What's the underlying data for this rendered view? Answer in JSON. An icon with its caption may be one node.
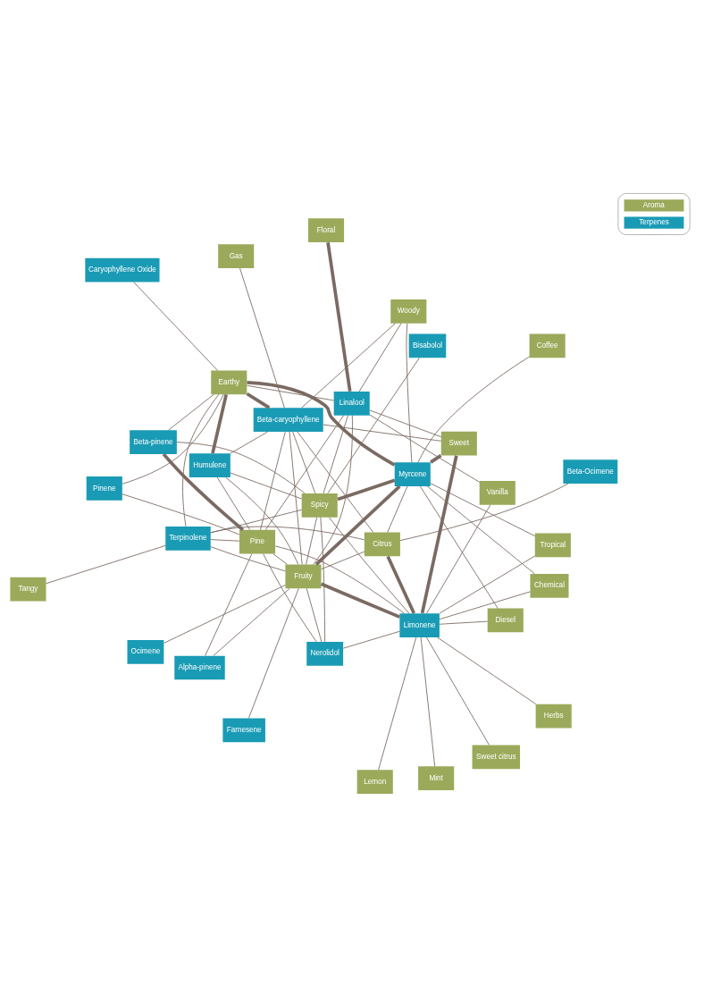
{
  "diagram": {
    "nodes": [
      {
        "text": [
          "Lemon"
        ]
      },
      {
        "text": [
          "Sweet citrus"
        ]
      },
      {
        "text": [
          "Mint"
        ]
      },
      {
        "text": [
          "Beta-Ocimene"
        ]
      },
      {
        "text": [
          "Herbs"
        ]
      },
      {
        "text": [
          "Citrus"
        ]
      },
      {
        "text": [
          "Limonene"
        ]
      },
      {
        "text": [
          "Vanilla"
        ]
      },
      {
        "text": [
          "Diesel"
        ]
      },
      {
        "text": [
          "Gas"
        ]
      },
      {
        "text": [
          "Chemical"
        ]
      },
      {
        "text": [
          "Beta-caryophyllene"
        ]
      },
      {
        "text": [
          "Sweet"
        ]
      },
      {
        "text": [
          "Coffee"
        ]
      },
      {
        "text": [
          "Myrcene"
        ]
      },
      {
        "text": [
          "Tropical"
        ]
      },
      {
        "text": [
          "Woody"
        ]
      },
      {
        "text": [
          "Linalool"
        ]
      },
      {
        "text": [
          "Floral"
        ]
      },
      {
        "text": [
          "Pine"
        ]
      },
      {
        "text": [
          "Earthy"
        ]
      },
      {
        "text": [
          "Farnesene"
        ]
      },
      {
        "text": [
          "Fruity"
        ]
      },
      {
        "text": [
          "Spicy"
        ]
      },
      {
        "text": [
          "Bisabolol"
        ]
      },
      {
        "text": [
          "Tangy"
        ]
      },
      {
        "text": [
          "Ocimene"
        ]
      },
      {
        "text": [
          "Caryophyllene Oxide"
        ]
      },
      {
        "text": [
          "Nerolidol"
        ]
      },
      {
        "text": [
          "Terpinolene"
        ]
      },
      {
        "text": [
          "Humulene"
        ]
      },
      {
        "text": [
          "Beta-pinene"
        ]
      },
      {
        "text": [
          "Pinene"
        ]
      },
      {
        "text": [
          "Alpha-pinene"
        ]
      }
    ],
    "edges": [
      {
        "from": 0,
        "to": 6,
        "arrow": "none"
      },
      {
        "from": 1,
        "to": 6,
        "arrow": "none"
      },
      {
        "from": 2,
        "to": 6,
        "arrow": "none"
      },
      {
        "from": 4,
        "to": 6,
        "arrow": "none"
      },
      {
        "from": 6,
        "to": 7,
        "arrow": "none"
      },
      {
        "from": 5,
        "to": 6,
        "arrow": "none",
        "style": "thick"
      },
      {
        "from": 8,
        "to": 6,
        "arrow": "none"
      },
      {
        "from": 10,
        "to": 6,
        "arrow": "none"
      },
      {
        "from": 6,
        "to": 12,
        "arrow": "none",
        "style": "thick"
      },
      {
        "from": 6,
        "to": 22,
        "arrow": "none",
        "style": "thick"
      },
      {
        "from": 6,
        "to": 15,
        "arrow": "none"
      },
      {
        "from": 6,
        "to": 23,
        "arrow": "none"
      },
      {
        "from": 6,
        "to": 28,
        "arrow": "none"
      },
      {
        "from": 6,
        "to": 19,
        "arrow": "none"
      },
      {
        "from": 3,
        "to": 5,
        "arrow": "none"
      },
      {
        "from": 5,
        "to": 11,
        "arrow": "none"
      },
      {
        "from": 5,
        "to": 29,
        "arrow": "none"
      },
      {
        "from": 5,
        "to": 14,
        "arrow": "none"
      },
      {
        "from": 5,
        "to": 22,
        "arrow": "none"
      },
      {
        "from": 8,
        "to": 14,
        "arrow": "none"
      },
      {
        "from": 10,
        "to": 14,
        "arrow": "none"
      },
      {
        "from": 9,
        "to": 11,
        "arrow": "none"
      },
      {
        "from": 11,
        "to": 12,
        "arrow": "none"
      },
      {
        "from": 11,
        "to": 20,
        "arrow": "none",
        "style": "thick"
      },
      {
        "from": 11,
        "to": 16,
        "arrow": "none"
      },
      {
        "from": 11,
        "to": 22,
        "arrow": "none"
      },
      {
        "from": 11,
        "to": 23,
        "arrow": "none"
      },
      {
        "from": 11,
        "to": 30,
        "arrow": "none"
      },
      {
        "from": 11,
        "to": 19,
        "arrow": "none"
      },
      {
        "from": 13,
        "to": 14,
        "arrow": "none"
      },
      {
        "from": 12,
        "to": 14,
        "arrow": "none",
        "style": "thick"
      },
      {
        "from": 14,
        "to": 15,
        "arrow": "none"
      },
      {
        "from": 14,
        "to": 20,
        "arrow": "none",
        "style": "thick"
      },
      {
        "from": 14,
        "to": 22,
        "arrow": "none",
        "style": "thick"
      },
      {
        "from": 14,
        "to": 23,
        "arrow": "none",
        "style": "thick"
      },
      {
        "from": 14,
        "to": 16,
        "arrow": "none"
      },
      {
        "from": 12,
        "to": 17,
        "arrow": "none"
      },
      {
        "from": 7,
        "to": 17,
        "arrow": "none"
      },
      {
        "from": 16,
        "to": 17,
        "arrow": "none"
      },
      {
        "from": 17,
        "to": 18,
        "arrow": "none",
        "style": "thick"
      },
      {
        "from": 17,
        "to": 19,
        "arrow": "none"
      },
      {
        "from": 20,
        "to": 17,
        "arrow": "none"
      },
      {
        "from": 17,
        "to": 23,
        "arrow": "none"
      },
      {
        "from": 17,
        "to": 22,
        "arrow": "none"
      },
      {
        "from": 24,
        "to": 23,
        "arrow": "none"
      },
      {
        "from": 20,
        "to": 27,
        "arrow": "none"
      },
      {
        "from": 20,
        "to": 32,
        "arrow": "none"
      },
      {
        "from": 20,
        "to": 31,
        "arrow": "none"
      },
      {
        "from": 20,
        "to": 29,
        "arrow": "none"
      },
      {
        "from": 20,
        "to": 30,
        "arrow": "none",
        "style": "thick"
      },
      {
        "from": 21,
        "to": 22,
        "arrow": "none"
      },
      {
        "from": 25,
        "to": 29,
        "arrow": "none"
      },
      {
        "from": 22,
        "to": 26,
        "arrow": "none"
      },
      {
        "from": 22,
        "to": 29,
        "arrow": "none"
      },
      {
        "from": 22,
        "to": 28,
        "arrow": "none"
      },
      {
        "from": 22,
        "to": 33,
        "arrow": "none"
      },
      {
        "from": 22,
        "to": 30,
        "arrow": "none"
      },
      {
        "from": 22,
        "to": 23,
        "arrow": "none"
      },
      {
        "from": 23,
        "to": 29,
        "arrow": "none"
      },
      {
        "from": 23,
        "to": 28,
        "arrow": "none"
      },
      {
        "from": 23,
        "to": 31,
        "arrow": "none"
      },
      {
        "from": 23,
        "to": 30,
        "arrow": "none"
      },
      {
        "from": 19,
        "to": 31,
        "arrow": "none",
        "style": "thick"
      },
      {
        "from": 19,
        "to": 32,
        "arrow": "none"
      },
      {
        "from": 19,
        "to": 33,
        "arrow": "none"
      },
      {
        "from": 19,
        "to": 30,
        "arrow": "none"
      },
      {
        "from": 19,
        "to": 29,
        "arrow": "none"
      },
      {
        "from": 19,
        "to": 28,
        "arrow": "none"
      },
      {
        "from": 19,
        "to": 22,
        "arrow": "none"
      }
    ],
    "legend": [
      {
        "text": "Aroma",
        "color": "#9aaa5a"
      },
      {
        "text": "Terpenes",
        "color": "#1a9bb5"
      }
    ]
  }
}
